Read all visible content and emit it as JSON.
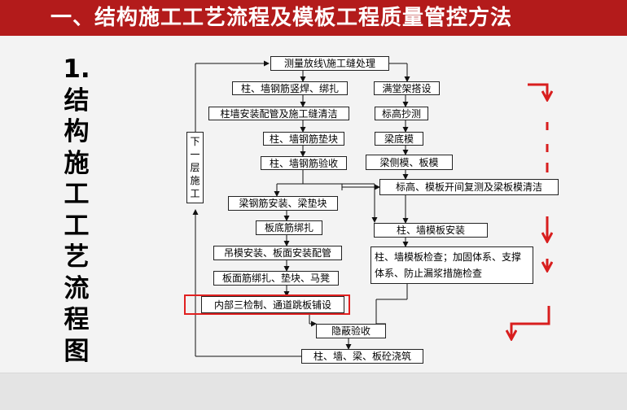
{
  "header": {
    "title": "一、结构施工工艺流程及模板工程质量管控方法"
  },
  "side_title": {
    "chars": [
      "1.",
      "结",
      "构",
      "施",
      "工",
      "工",
      "艺",
      "流",
      "程",
      "图"
    ]
  },
  "diagram": {
    "nodes": {
      "survey": "测量放线\\施工缝处理",
      "column_rebar": "柱、墙钢筋竖焊、绑扎",
      "scaffold": "满堂架搭设",
      "pipe_clean": "柱墙安装配管及施工缝清洁",
      "level_survey": "标高抄测",
      "column_spacer": "柱、墙钢筋垫块",
      "beam_bottom_form": "梁底模",
      "rebar_inspect": "柱、墙钢筋验收",
      "beam_side_form": "梁侧模、板模",
      "recheck": "标高、模板开间复测及梁板模清洁",
      "beam_rebar": "梁钢筋安装、梁垫块",
      "column_form": "柱、墙模板安装",
      "slab_bottom_rebar": "板底筋绑扎",
      "form_inspect": "柱、墙模板检查；加固体系、支撑体系、防止漏浆措施检查",
      "hanging_form": "吊模安装、板面安装配管",
      "slab_top_rebar": "板面筋绑扎、垫块、马凳",
      "internal_check": "内部三检制、通道跳板铺设",
      "hidden_inspect": "隐蔽验收",
      "pour": "柱、墙、梁、板砼浇筑",
      "next_floor": "下一层施工"
    }
  }
}
